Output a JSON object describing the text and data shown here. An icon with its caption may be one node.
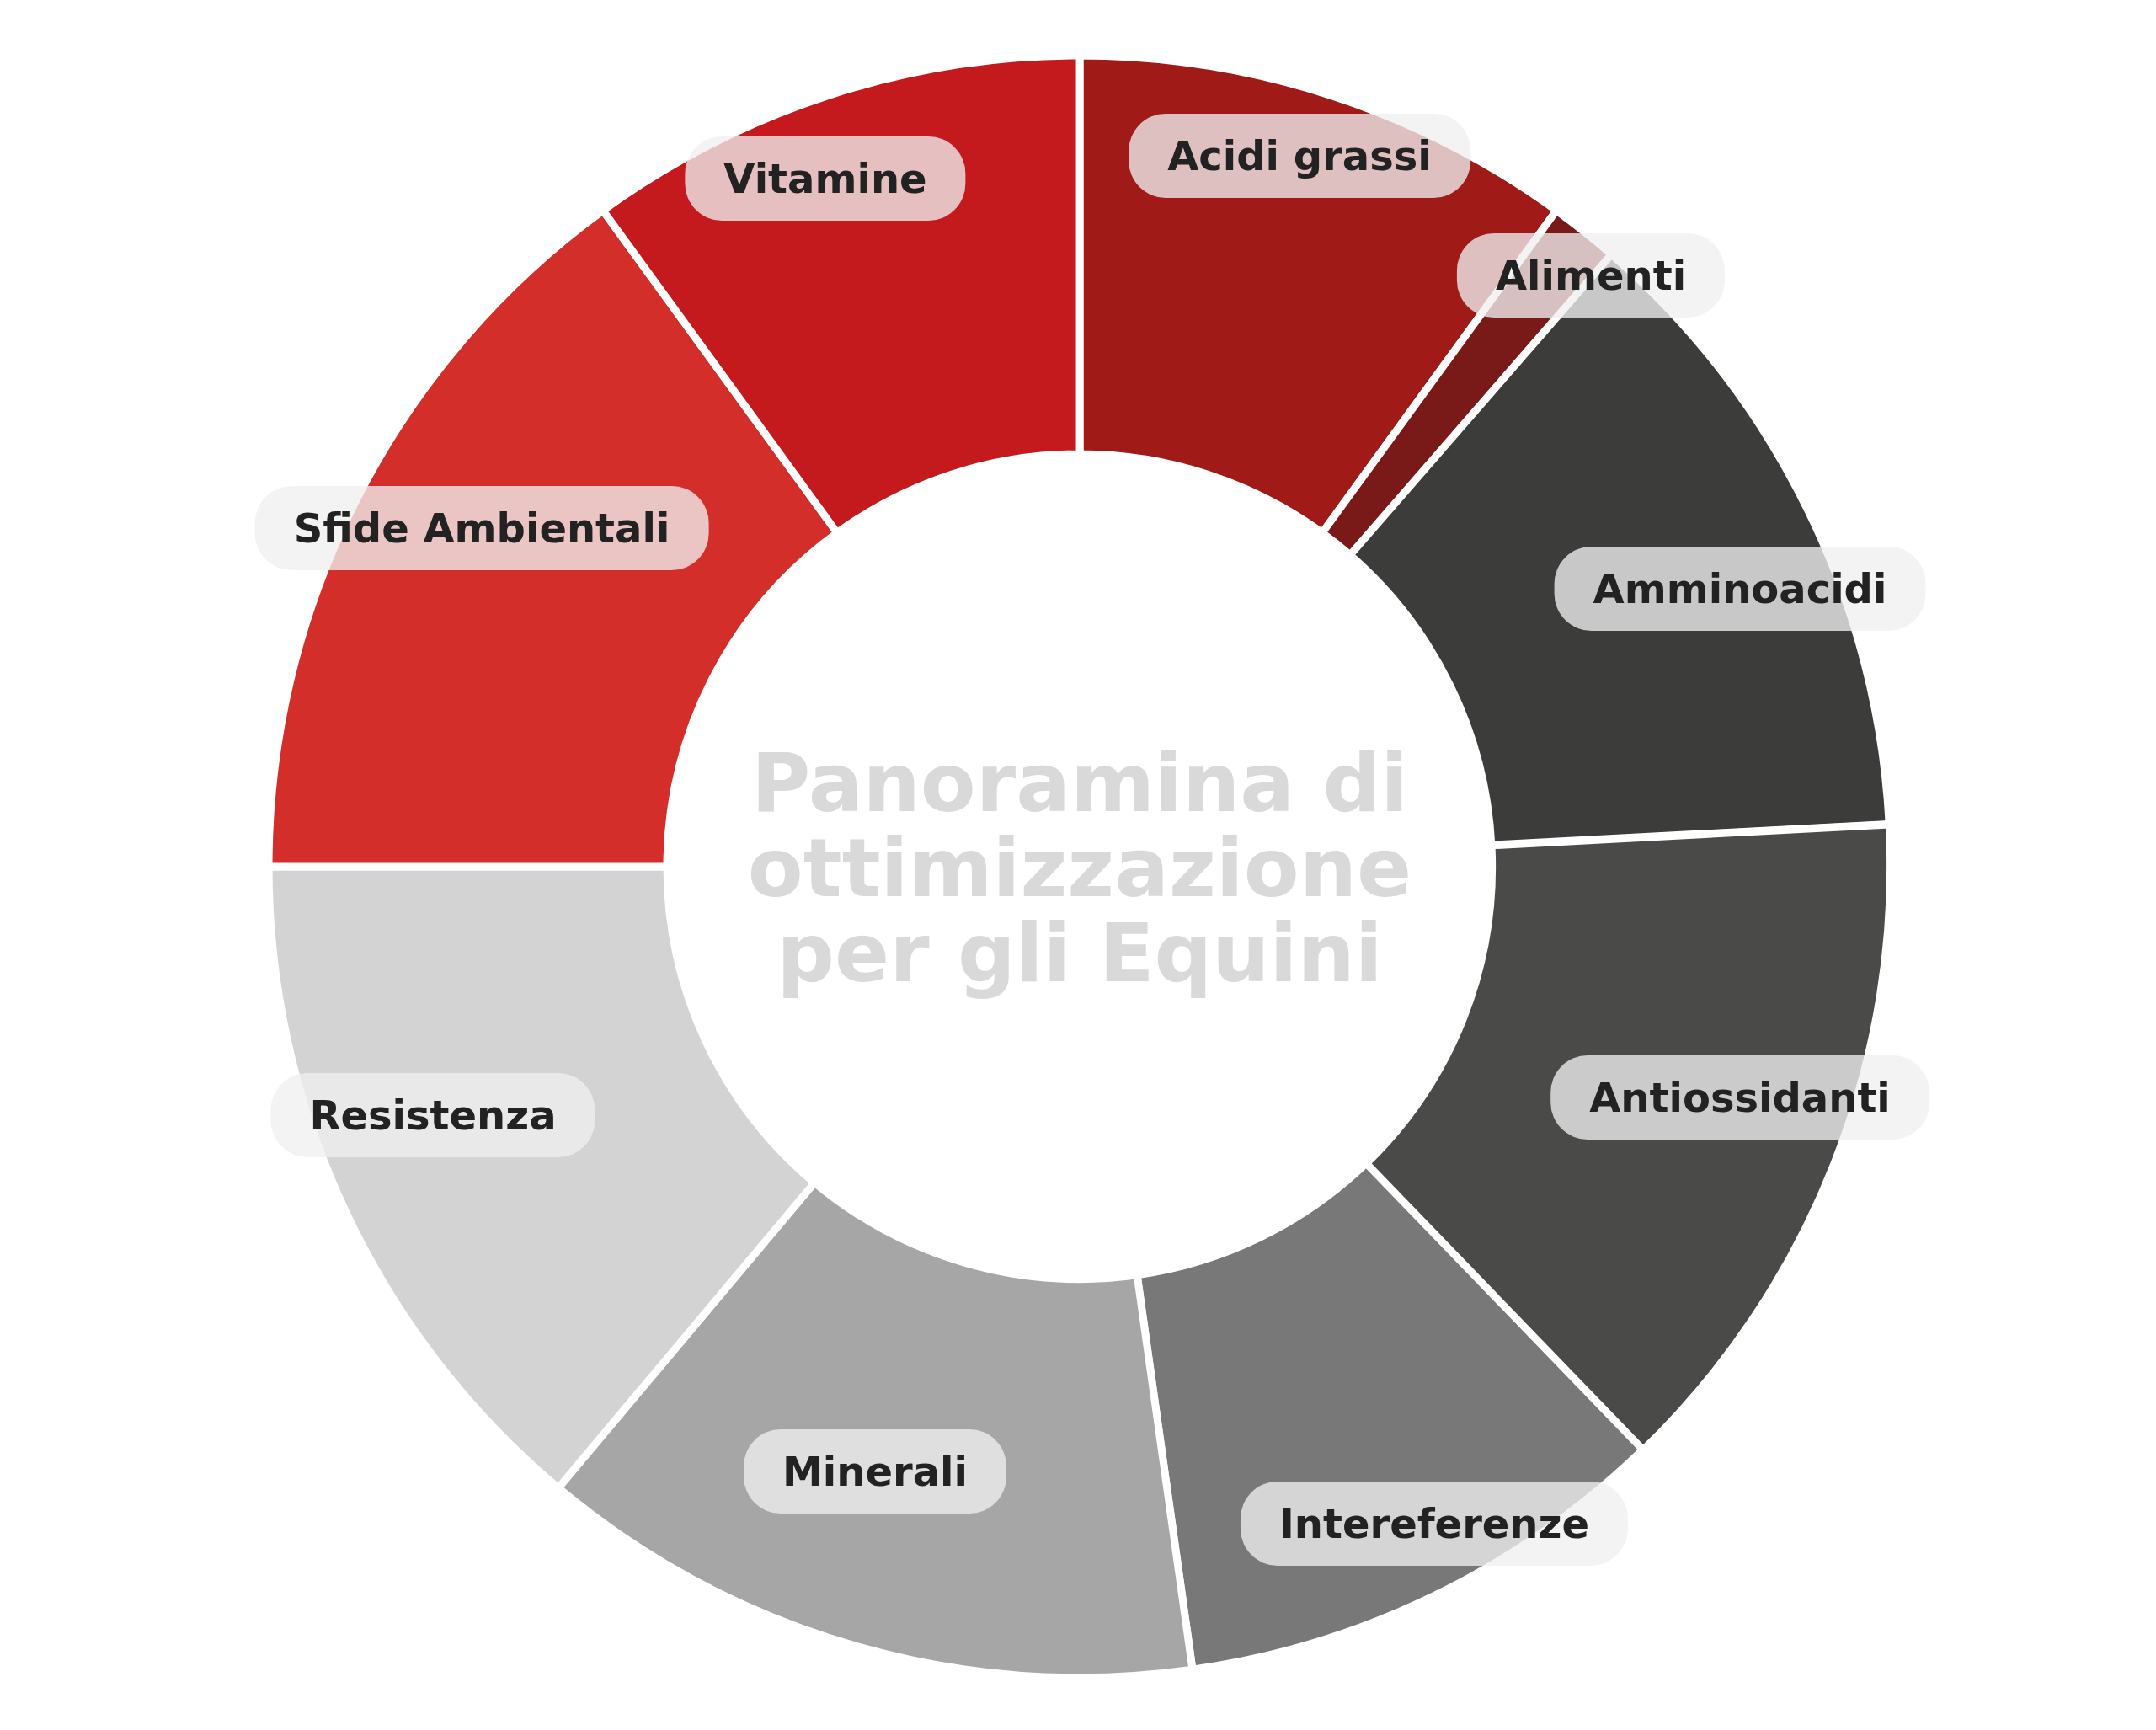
{
  "diagram": {
    "title": "Panoramina di ottimizzazione per gli Equini",
    "nodes": [
      {
        "text": [
          "Acidi grassi"
        ]
      },
      {
        "text": [
          "Alimenti"
        ]
      },
      {
        "text": [
          "Amminoacidi"
        ]
      },
      {
        "text": [
          "Antiossidanti"
        ]
      },
      {
        "text": [
          "Intereferenze"
        ]
      },
      {
        "text": [
          "Minerali"
        ]
      },
      {
        "text": [
          "Resistenza"
        ]
      },
      {
        "text": [
          "Sfide Ambientali"
        ]
      },
      {
        "text": [
          "Vitamine"
        ]
      }
    ],
    "edges": []
  }
}
